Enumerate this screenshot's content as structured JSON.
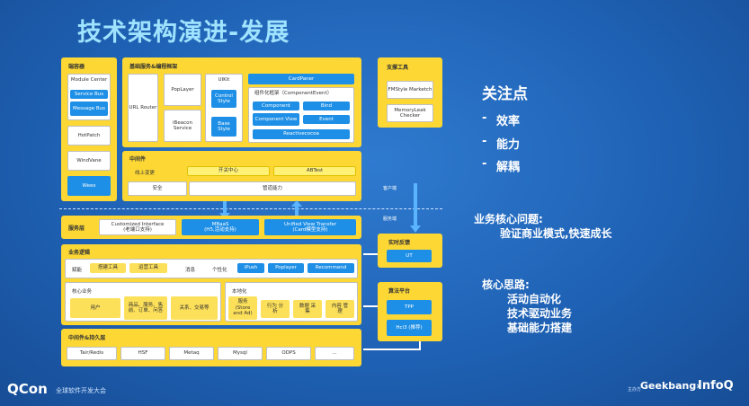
{
  "title": "技术架构演进-发展",
  "container": {
    "label": "端容器",
    "items": [
      "Module Center",
      "Service Bus",
      "Message Bus",
      "HotPatch",
      "WindVane",
      "Weex"
    ]
  },
  "basic": {
    "label": "基础服务&编程框架",
    "url_router": "URL Router",
    "poplayer": "PopLayer",
    "ibeacon": "iBeacon Service",
    "uikit": "UIKit",
    "control_style": "Control Style",
    "base_style": "Base Style",
    "cardpaner": "CardPaner",
    "component_title": "组件化框架（ComponentEvent）",
    "component": "Component",
    "bind": "Bind",
    "component_view": "Component View",
    "event": "Event",
    "reactive": "Reactivecocoa"
  },
  "middleware": {
    "label": "中间件",
    "online": "线上变更",
    "switch_center": "开关中心",
    "abtest": "ABTest",
    "security": "安全",
    "debug": "管道能力"
  },
  "client_tag": "客户端",
  "server_tag": "服务端",
  "service": {
    "label": "服务层",
    "customized": "Customized Interface\n(老端口支持)",
    "mbaas": "MBaaS\n(H5,活动支持)",
    "unified": "Unified View Transfer\n(Card模型支持)"
  },
  "biz": {
    "label": "业务逻辑",
    "empower": "赋能",
    "engine": "搭建工具",
    "ops_tool": "运营工具",
    "message": "消息",
    "personal": "个性化",
    "ipush": "iPush",
    "poplayer": "Poplayer",
    "recommend": "Recommend",
    "core_label": "核心业务",
    "user": "用户",
    "goods": "商品、服务、售前、订单、问答",
    "relation": "关系、交易等",
    "local_label": "本地化",
    "local_items": [
      "服务 (Store and Ad)",
      "行为 分析",
      "数据 采集",
      "内容 管理"
    ]
  },
  "mw_persist": {
    "label": "中间件&持久层",
    "items": [
      "Tair/Redis",
      "HSF",
      "Metaq",
      "Mysql",
      "ODPS",
      "..."
    ]
  },
  "tools": {
    "label": "支撑工具",
    "items": [
      "FMStyle Marketch",
      "MemoryLeak Checker"
    ]
  },
  "realtime": {
    "label": "实时反馈",
    "item": "UT"
  },
  "algo": {
    "label": "算法平台",
    "items": [
      "TPP",
      "Hci3 (推荐)"
    ]
  },
  "focus": {
    "heading": "关注点",
    "bullets": [
      "效率",
      "能力",
      "解耦"
    ]
  },
  "core_problem": {
    "heading": "业务核心问题:",
    "text": "验证商业模式,快速成长"
  },
  "core_idea": {
    "heading": "核心思路:",
    "lines": [
      "活动自动化",
      "技术驱动业务",
      "基础能力搭建"
    ]
  },
  "footer": {
    "left": "QCon",
    "left_sub": "全球软件开发大会",
    "host_small": "主办方",
    "geekbang": "Geekbang›",
    "infoq": "InfoQ"
  },
  "colors": {
    "accent_yellow": "#fdd835",
    "accent_blue": "#1e8fe6",
    "title_cyan": "#9fe3ff"
  }
}
